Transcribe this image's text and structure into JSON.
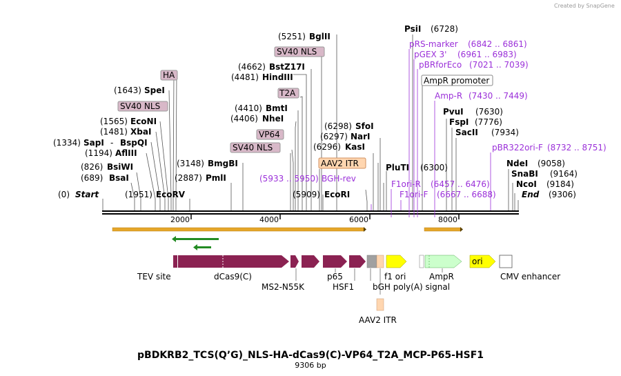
{
  "credit": "Created by SnapGene",
  "title": "pBDKRB2_TCS(Q’G)_NLS-HA-dCas9(C)-VP64_T2A_MCP-P65-HSF1",
  "subtitle": "9306 bp",
  "tag_labels": {
    "ha": "HA",
    "sv40_left": "SV40 NLS",
    "sv40_top": "SV40 NLS",
    "sv40_mid": "SV40 NLS",
    "t2a": "T2A",
    "vp64": "VP64",
    "aav2": "AAV2 ITR",
    "ampr_promoter": "AmpR promoter"
  },
  "sites_left": [
    {
      "pos": "(1643)",
      "name": "SpeI"
    },
    {
      "pos": "(1565)",
      "name": "EcoNI"
    },
    {
      "pos": "(1481)",
      "name": "XbaI"
    },
    {
      "pos": "(1334)",
      "name": "SapI",
      "extra": "BspQI"
    },
    {
      "pos": "(1194)",
      "name": "AflIII"
    },
    {
      "pos": "(826)",
      "name": "BsiWI"
    },
    {
      "pos": "(689)",
      "name": "BsaI"
    },
    {
      "pos": "(0)",
      "name": "Start"
    },
    {
      "pos": "(1951)",
      "name": "EcoRV"
    },
    {
      "pos": "(3148)",
      "name": "BmgBI"
    },
    {
      "pos": "(2887)",
      "name": "PmlI"
    }
  ],
  "sites_mid": [
    {
      "pos": "(5251)",
      "name": "BglII"
    },
    {
      "pos": "(4662)",
      "name": "BstZ17I"
    },
    {
      "pos": "(4481)",
      "name": "HindIII"
    },
    {
      "pos": "(4410)",
      "name": "BmtI"
    },
    {
      "pos": "(4406)",
      "name": "NheI"
    },
    {
      "pos": "(6298)",
      "name": "SfoI"
    },
    {
      "pos": "(6297)",
      "name": "NarI"
    },
    {
      "pos": "(6296)",
      "name": "KasI"
    },
    {
      "pos": "(5909)",
      "name": "EcoRI"
    }
  ],
  "primers_mid": [
    {
      "range": "(5933 .. 5950)",
      "name": "BGH-rev"
    }
  ],
  "sites_right": [
    {
      "pos": "(6728)",
      "name": "PsiI"
    },
    {
      "pos": "(6300)",
      "name": "PluTI"
    },
    {
      "pos": "(7630)",
      "name": "PvuI"
    },
    {
      "pos": "(7776)",
      "name": "FspI"
    },
    {
      "pos": "(7934)",
      "name": "SacII"
    },
    {
      "pos": "(9058)",
      "name": "NdeI"
    },
    {
      "pos": "(9164)",
      "name": "SnaBI"
    },
    {
      "pos": "(9184)",
      "name": "NcoI"
    },
    {
      "pos": "(9306)",
      "name": "End"
    }
  ],
  "primers_right": [
    {
      "name": "pRS-marker",
      "range": "(6842 .. 6861)"
    },
    {
      "name": "pGEX 3'",
      "range": "(6961 .. 6983)"
    },
    {
      "name": "pBRforEco",
      "range": "(7021 .. 7039)"
    },
    {
      "name": "Amp-R",
      "range": "(7430 .. 7449)"
    },
    {
      "name": "pBR322ori-F",
      "range": "(8732 .. 8751)"
    },
    {
      "name": "F1ori-R",
      "range": "(6457 .. 6476)"
    },
    {
      "name": "F1ori-F",
      "range": "(6667 .. 6688)"
    }
  ],
  "ruler": {
    "ticks": [
      "2000",
      "4000",
      "6000",
      "8000"
    ]
  },
  "features": {
    "tev": "TEV site",
    "dcas9": "dCas9(C)",
    "ms2": "MS2-N55K",
    "p65": "p65",
    "hsf1": "HSF1",
    "f1ori": "f1 ori",
    "bgh": "bGH poly(A) signal",
    "ampr": "AmpR",
    "cmv": "CMV enhancer",
    "aav2": "AAV2 ITR",
    "ori": "ori"
  },
  "colors": {
    "dcas9": "#8b2252",
    "primer": "#9b30d9",
    "ori": "#ffff00",
    "ampr": "#ccffcc",
    "aav2": "#ffd6b0",
    "tag": "#d8b8c8",
    "orf": "#e5a629",
    "orf_green": "#228b22"
  }
}
